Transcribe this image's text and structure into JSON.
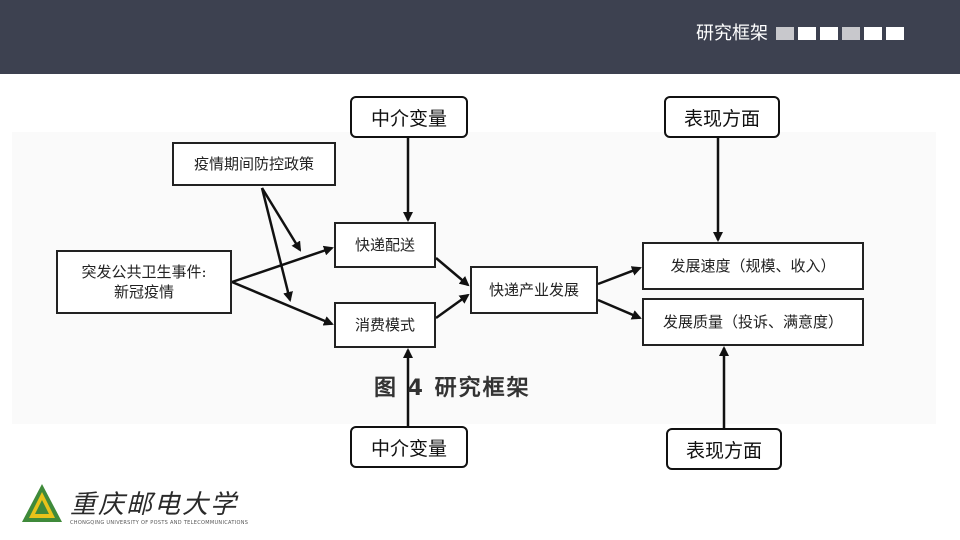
{
  "header": {
    "title": "研究框架"
  },
  "diagram": {
    "nodes": {
      "policy": "疫情期间防控政策",
      "event_line1": "突发公共卫生事件:",
      "event_line2": "新冠疫情",
      "delivery": "快递配送",
      "consumption": "消费模式",
      "industry": "快递产业发展",
      "speed": "发展速度（规模、收入）",
      "quality": "发展质量（投诉、满意度）"
    },
    "caption": "图 4 研究框架",
    "callouts": {
      "mediator_top": "中介变量",
      "mediator_bottom": "中介变量",
      "aspect_top": "表现方面",
      "aspect_bottom": "表现方面"
    }
  },
  "footer": {
    "university_name": "重庆邮电大学",
    "university_sub": "CHONGQING UNIVERSITY OF POSTS AND TELECOMMUNICATIONS"
  },
  "colors": {
    "header_bg": "#3d4150",
    "logo_green": "#3f8a3a",
    "logo_yellow": "#e8c21a"
  }
}
